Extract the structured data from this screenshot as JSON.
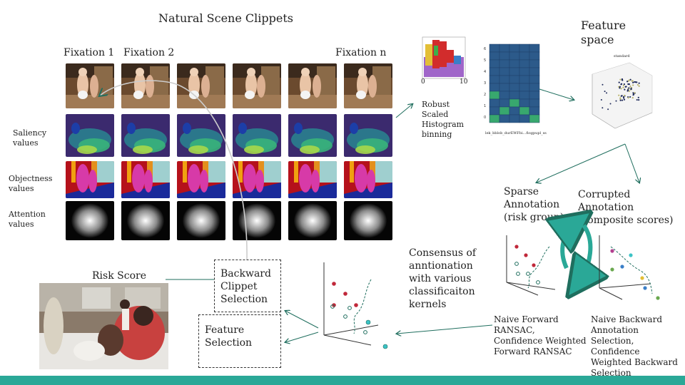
{
  "title": "Natural Scene Clippets",
  "fixations": {
    "first": "Fixation 1",
    "second": "Fixation 2",
    "last": "Fixation n"
  },
  "row_labels": {
    "saliency": [
      "Saliency",
      "values"
    ],
    "objectness": [
      "Objectness",
      "values"
    ],
    "attention": [
      "Attention",
      "values"
    ]
  },
  "histogram": {
    "caption": [
      "Robust",
      "Scaled",
      "Histogram",
      "binning"
    ],
    "x_min": "0",
    "x_max": "10"
  },
  "heatmap": {
    "y_ticks": [
      "6",
      "5",
      "4",
      "3",
      "2",
      "1",
      "0"
    ],
    "x_tick_label": "lek_bblob_durEWFbi...fiogpupl_ss"
  },
  "feature_space": {
    "title": [
      "Feature",
      "space"
    ],
    "scatter_title": "standard"
  },
  "sparse": [
    "Sparse",
    "Annotation",
    "(risk group)"
  ],
  "corrupted": [
    "Corrupted",
    "Annotation",
    "(composite scores)"
  ],
  "consensus": [
    "Consensus of",
    "anntionation",
    "with various",
    "classificaiton",
    "kernels"
  ],
  "naive_forward": [
    "Naive Forward",
    "RANSAC,",
    "Confidence Weighted",
    "Forward RANSAC"
  ],
  "naive_backward": [
    "Naive Backward",
    "Annotation",
    "Selection, Confidence",
    "Weighted Backward",
    "Selection"
  ],
  "risk_score": "Risk Score",
  "backward_clippet": [
    "Backward",
    "Clippet",
    "Selection"
  ],
  "feature_selection": [
    "Feature",
    "Selection"
  ],
  "colors": {
    "teal": "#1f6e5e",
    "accent": "#2aa897",
    "red": "#c0283a",
    "cyan": "#3cc3c6"
  }
}
